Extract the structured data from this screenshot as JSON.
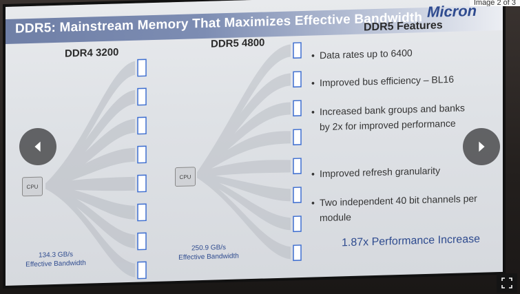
{
  "viewer": {
    "counter": "Image 2 of 3",
    "prev_icon": "chevron-left-icon",
    "next_icon": "chevron-right-icon",
    "expand_icon": "expand-icon"
  },
  "slide": {
    "title": "DDR5: Mainstream Memory That Maximizes Effective Bandwidth",
    "logo": "Micron",
    "ddr4": {
      "heading": "DDR4 3200",
      "cpu": "CPU",
      "bandwidth": "134.3 GB/s",
      "bandwidth_label": "Effective Bandwidth"
    },
    "ddr5": {
      "heading": "DDR5 4800",
      "cpu": "CPU",
      "bandwidth": "250.9 GB/s",
      "bandwidth_label": "Effective Bandwidth"
    },
    "features_heading": "DDR5 Features",
    "features": [
      "Data rates up to 6400",
      "Improved bus efficiency – BL16",
      "Increased bank groups and banks by 2x for improved performance",
      "Improved refresh granularity",
      "Two independent 40 bit channels per module"
    ],
    "performance": "1.87x Performance Increase",
    "accent_color": "#2f4b8f",
    "title_bar_color": "#6f7fa6"
  }
}
